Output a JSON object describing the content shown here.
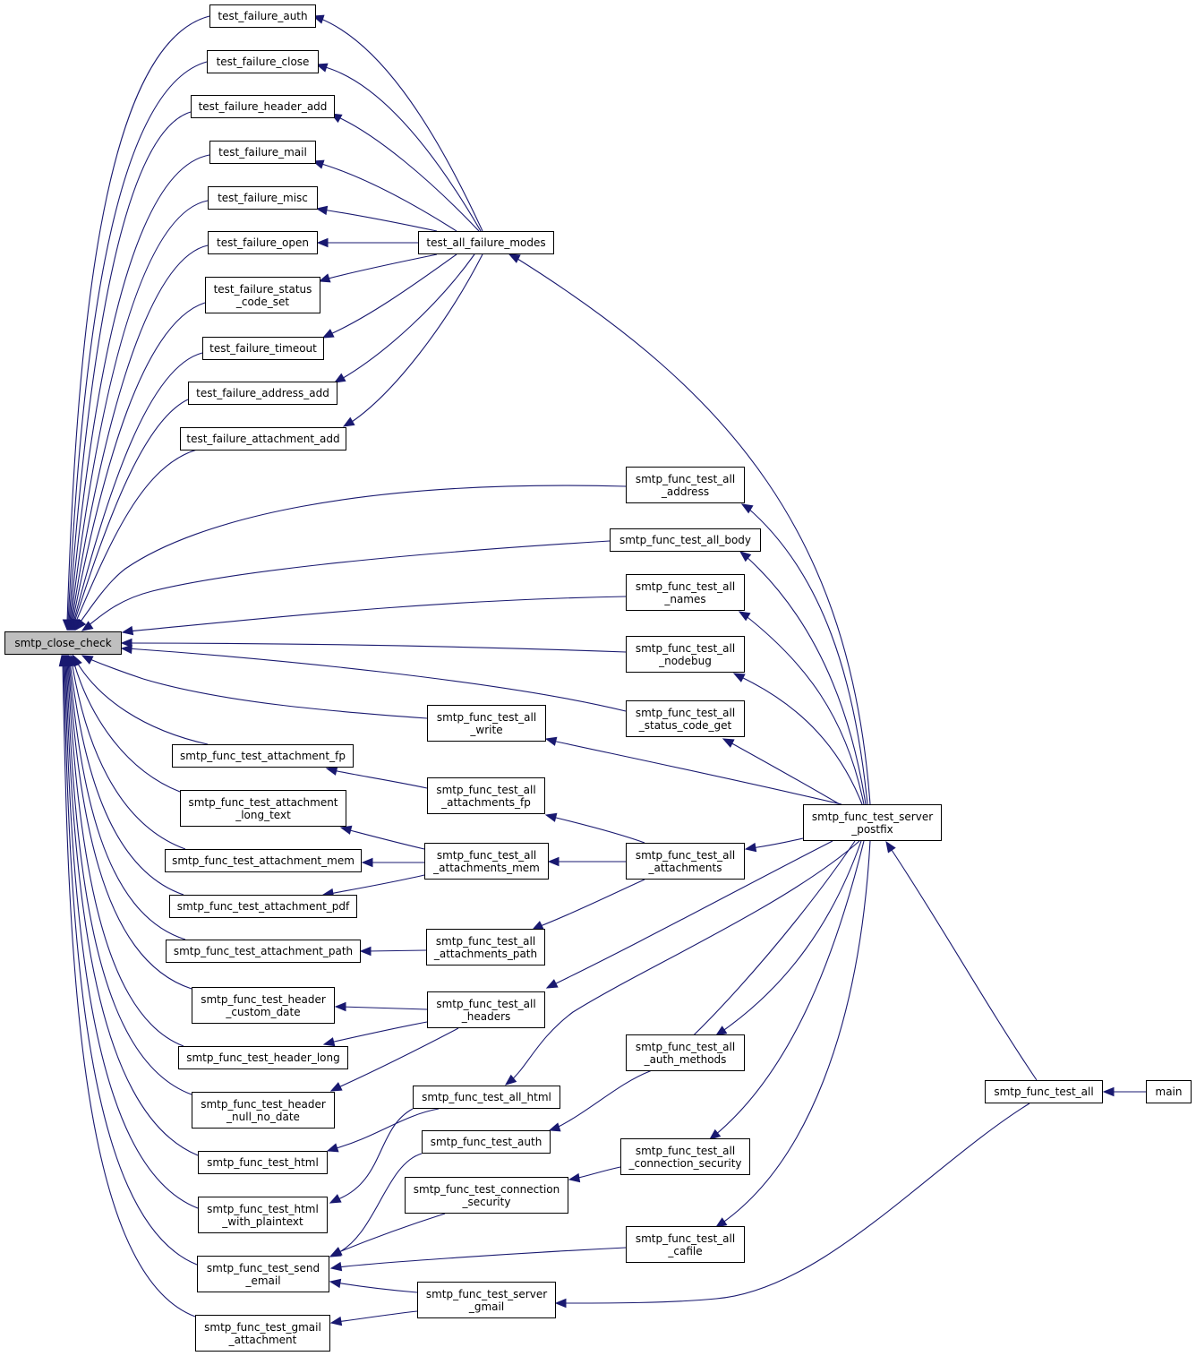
{
  "colors": {
    "edge": "#191970",
    "node_border": "#000000",
    "root_fill": "#bfbfbf",
    "node_fill": "#ffffff"
  },
  "nodes": {
    "root": "smtp_close_check",
    "tf_auth": "test_failure_auth",
    "tf_close": "test_failure_close",
    "tf_header_add": "test_failure_header_add",
    "tf_mail": "test_failure_mail",
    "tf_misc": "test_failure_misc",
    "tf_open": "test_failure_open",
    "tf_status": "test_failure_status\n_code_set",
    "tf_timeout": "test_failure_timeout",
    "tf_address_add": "test_failure_address_add",
    "tf_attachment_add": "test_failure_attachment_add",
    "t_all_failure": "test_all_failure_modes",
    "ta_address": "smtp_func_test_all\n_address",
    "ta_body": "smtp_func_test_all_body",
    "ta_names": "smtp_func_test_all\n_names",
    "ta_nodebug": "smtp_func_test_all\n_nodebug",
    "ta_status": "smtp_func_test_all\n_status_code_get",
    "ta_write": "smtp_func_test_all\n_write",
    "t_att_fp": "smtp_func_test_attachment_fp",
    "ta_att_fp": "smtp_func_test_all\n_attachments_fp",
    "t_att_long": "smtp_func_test_attachment\n_long_text",
    "t_att_mem": "smtp_func_test_attachment_mem",
    "ta_att_mem": "smtp_func_test_all\n_attachments_mem",
    "ta_att": "smtp_func_test_all\n_attachments",
    "t_server_postfix": "smtp_func_test_server\n_postfix",
    "t_att_pdf": "smtp_func_test_attachment_pdf",
    "t_att_path": "smtp_func_test_attachment_path",
    "ta_att_path": "smtp_func_test_all\n_attachments_path",
    "t_hdr_custom": "smtp_func_test_header\n_custom_date",
    "ta_headers": "smtp_func_test_all\n_headers",
    "t_hdr_long": "smtp_func_test_header_long",
    "ta_auth_methods": "smtp_func_test_all\n_auth_methods",
    "t_hdr_null": "smtp_func_test_header\n_null_no_date",
    "ta_html": "smtp_func_test_all_html",
    "t_all": "smtp_func_test_all",
    "main": "main",
    "t_html": "smtp_func_test_html",
    "t_auth": "smtp_func_test_auth",
    "ta_conn_sec": "smtp_func_test_all\n_connection_security",
    "t_html_plain": "smtp_func_test_html\n_with_plaintext",
    "t_conn_sec": "smtp_func_test_connection\n_security",
    "ta_cafile": "smtp_func_test_all\n_cafile",
    "t_send_email": "smtp_func_test_send\n_email",
    "t_server_gmail": "smtp_func_test_server\n_gmail",
    "t_gmail_att": "smtp_func_test_gmail\n_attachment"
  }
}
